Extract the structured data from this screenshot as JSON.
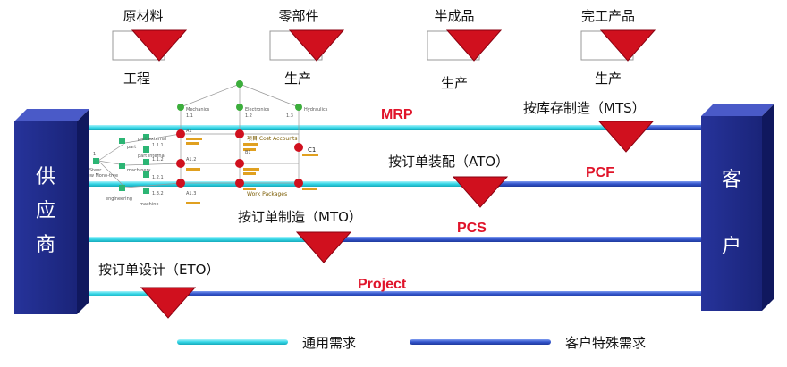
{
  "stages": {
    "top": [
      "原材料",
      "零部件",
      "半成品",
      "完工产品"
    ],
    "bottom": [
      "工程",
      "生产",
      "生产",
      "生产"
    ]
  },
  "supplier": [
    "供",
    "应",
    "商"
  ],
  "customer": [
    "客",
    "户"
  ],
  "strategies": {
    "mts": "按库存制造（MTS）",
    "ato": "按订单装配（ATO）",
    "mto": "按订单制造（MTO）",
    "eto": "按订单设计（ETO）"
  },
  "systems": {
    "mrp": "MRP",
    "pcf": "PCF",
    "pcs": "PCS",
    "project": "Project"
  },
  "legend": {
    "generic": "通用需求",
    "specific": "客户特殊需求"
  },
  "wbs": {
    "level1": [
      "Mechanics",
      "Electronics",
      "Hydraulics"
    ],
    "level1_codes": [
      "1.1",
      "1.2",
      "1.3"
    ],
    "cost_accounts": "项目 Cost Accounts",
    "work_packages": "Work Packages",
    "nodes": [
      "A1",
      "A1.2",
      "A1.3",
      "B1",
      "C1"
    ],
    "left_labels": [
      "Steer",
      "New Mono-tree",
      "part external",
      "part",
      "part internal",
      "machinery",
      "engineering",
      "machine"
    ],
    "left_codes": [
      "1",
      "1.1.1",
      "1.1.2",
      "1.2.1",
      "1.3.2"
    ]
  },
  "colors": {
    "generic": "#35d6e6",
    "specific": "#3355cc",
    "wall": "#1e2a8a",
    "marker": "#d0101e",
    "accent": "#e0142a"
  }
}
